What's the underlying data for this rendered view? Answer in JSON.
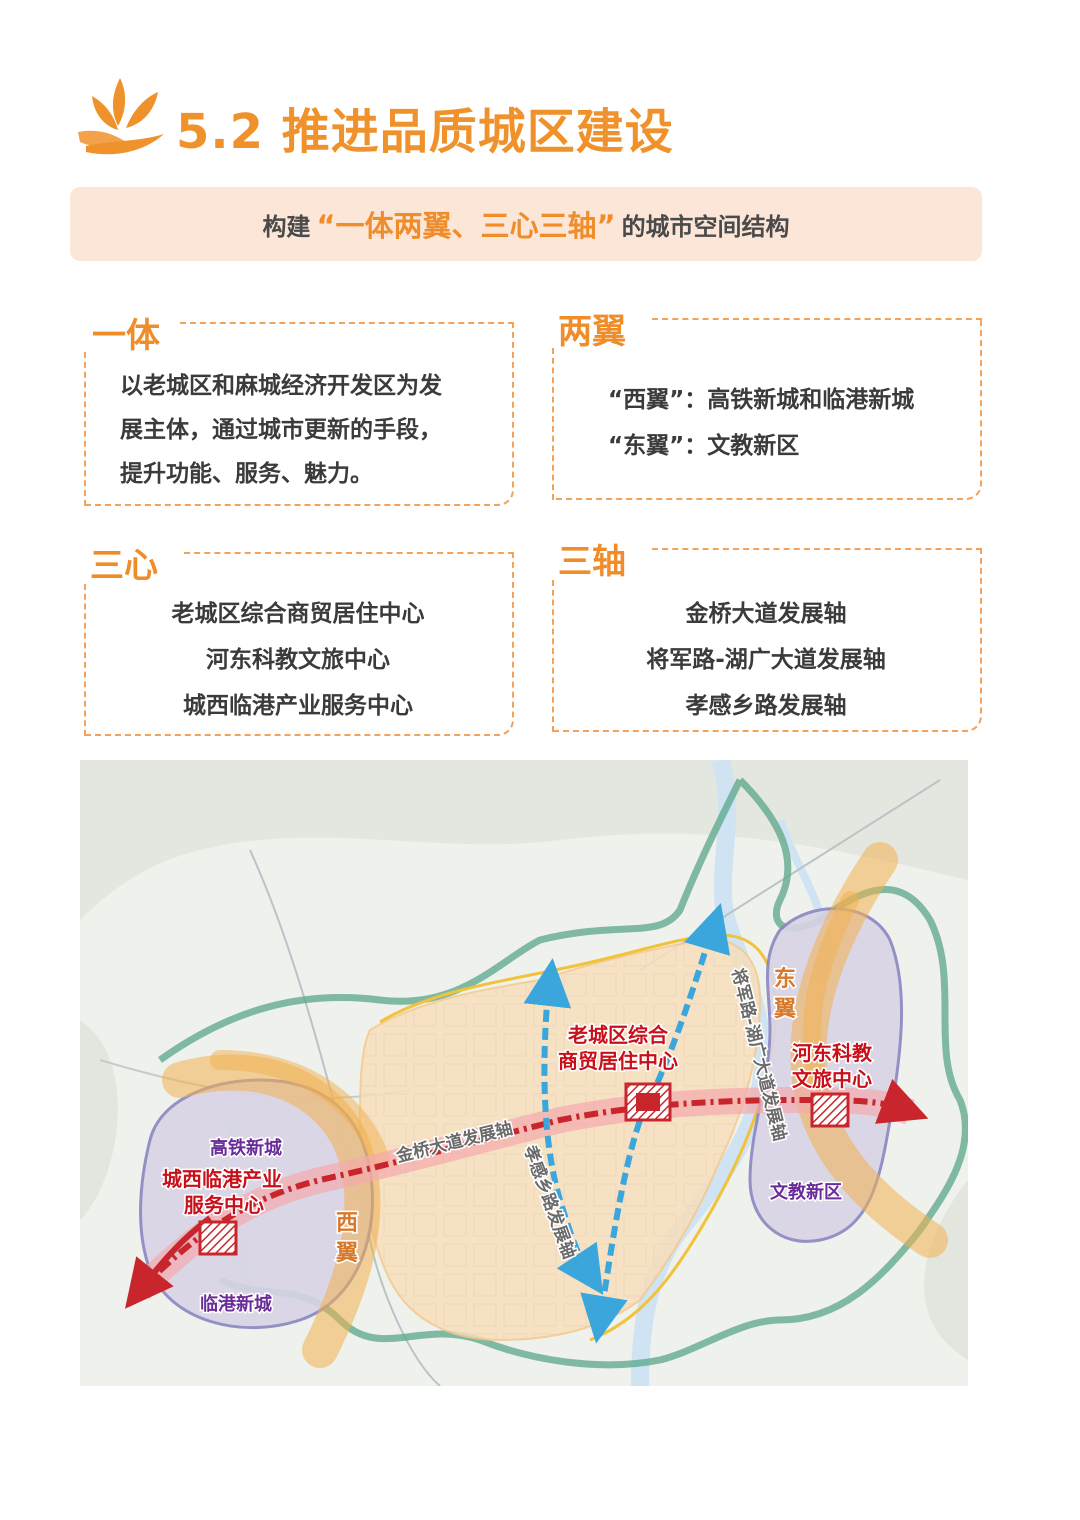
{
  "header": {
    "title": "5.2 推进品质城区建设"
  },
  "banner": {
    "prefix": "构建",
    "highlight": "“一体两翼、三心三轴”",
    "suffix": "的城市空间结构"
  },
  "cards": {
    "yiti": {
      "title": "一体",
      "lines": [
        "以老城区和麻城经济开发区为发",
        "展主体，通过城市更新的手段，",
        "提升功能、服务、魅力。"
      ]
    },
    "liangyi": {
      "title": "两翼",
      "lines": [
        "“西翼”：高铁新城和临港新城",
        "“东翼”：文教新区"
      ]
    },
    "sanxin": {
      "title": "三心",
      "lines": [
        "老城区综合商贸居住中心",
        "河东科教文旅中心",
        "城西临港产业服务中心"
      ]
    },
    "sanzhou": {
      "title": "三轴",
      "lines": [
        "金桥大道发展轴",
        "将军路-湖广大道发展轴",
        "孝感乡路发展轴"
      ]
    }
  },
  "map": {
    "labels": {
      "center_old": [
        "老城区综合",
        "商贸居住中心"
      ],
      "center_east": [
        "河东科教",
        "文旅中心"
      ],
      "center_west": [
        "城西临港产业",
        "服务中心"
      ],
      "gaotie": "高铁新城",
      "lingang": "临港新城",
      "wenjiao": "文教新区",
      "xiyi": [
        "西",
        "翼"
      ],
      "dongyi": [
        "东",
        "翼"
      ],
      "axis_jinqiao": "金桥大道发展轴",
      "axis_xiaogan": "孝感乡路发展轴",
      "axis_jiangjun": "将军路-湖广大道发展轴"
    },
    "colors": {
      "axis_red": "#c8262c",
      "axis_blue": "#3aa6dc",
      "wing_orange": "#f2b04e",
      "label_red": "#c8101a",
      "label_purple": "#6a2c9a",
      "label_orange": "#d8782a"
    }
  }
}
